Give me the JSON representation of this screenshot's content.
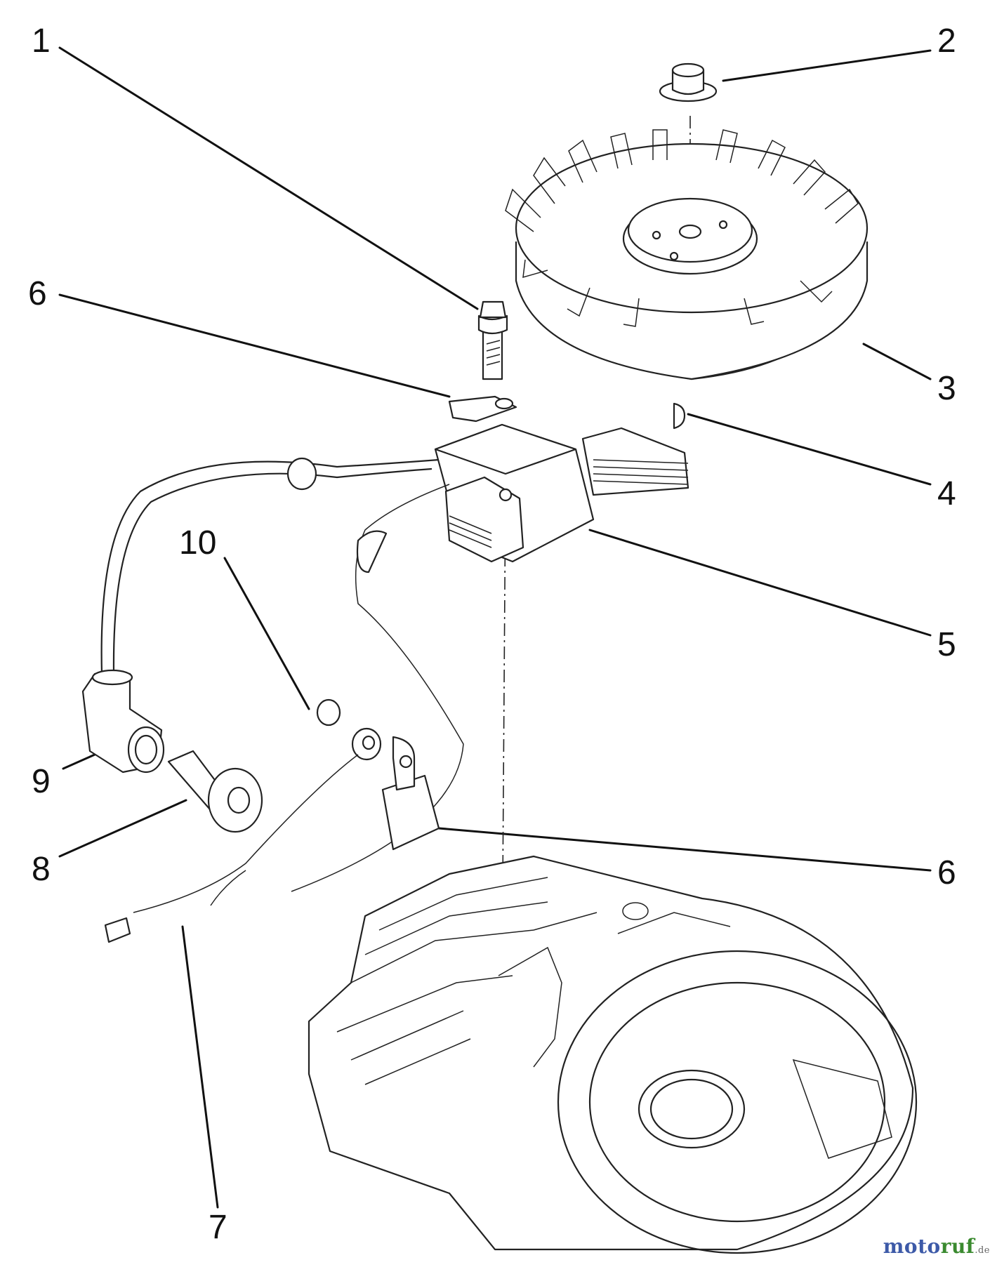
{
  "diagram": {
    "callouts": [
      {
        "id": "c1",
        "label": "1"
      },
      {
        "id": "c2",
        "label": "2"
      },
      {
        "id": "c3",
        "label": "3"
      },
      {
        "id": "c4",
        "label": "4"
      },
      {
        "id": "c5",
        "label": "5"
      },
      {
        "id": "c6a",
        "label": "6"
      },
      {
        "id": "c6b",
        "label": "6"
      },
      {
        "id": "c7",
        "label": "7"
      },
      {
        "id": "c8",
        "label": "8"
      },
      {
        "id": "c9",
        "label": "9"
      },
      {
        "id": "c10",
        "label": "10"
      }
    ]
  },
  "watermark": {
    "brand_a": "moto",
    "brand_b": "ruf",
    "suffix": ".de",
    "colors": {
      "a": "#3d5aa8",
      "b": "#3a8a2f",
      "suffix": "#666666"
    }
  }
}
